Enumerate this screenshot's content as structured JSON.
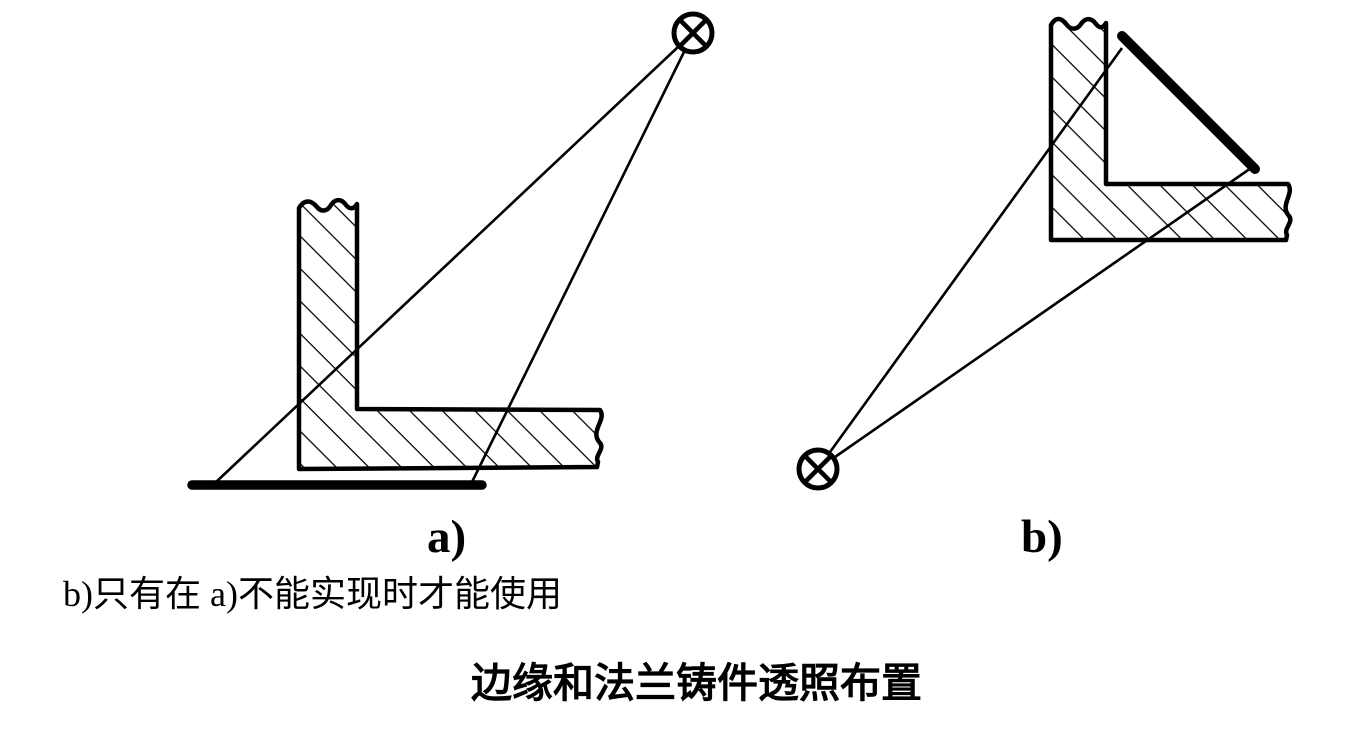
{
  "figure": {
    "background_color": "#ffffff",
    "ink_color": "#000000",
    "panels": [
      {
        "id": "a",
        "label": "a)"
      },
      {
        "id": "b",
        "label": "b)"
      }
    ],
    "note": "b)只有在 a)不能实现时才能使用",
    "title": "边缘和法兰铸件透照布置",
    "icons": {
      "radiation_source": "circle-with-diagonal-cross ⊗",
      "film": "thick-black-strip",
      "casting_section": "hatched-L-profile-with-break-lines"
    }
  }
}
